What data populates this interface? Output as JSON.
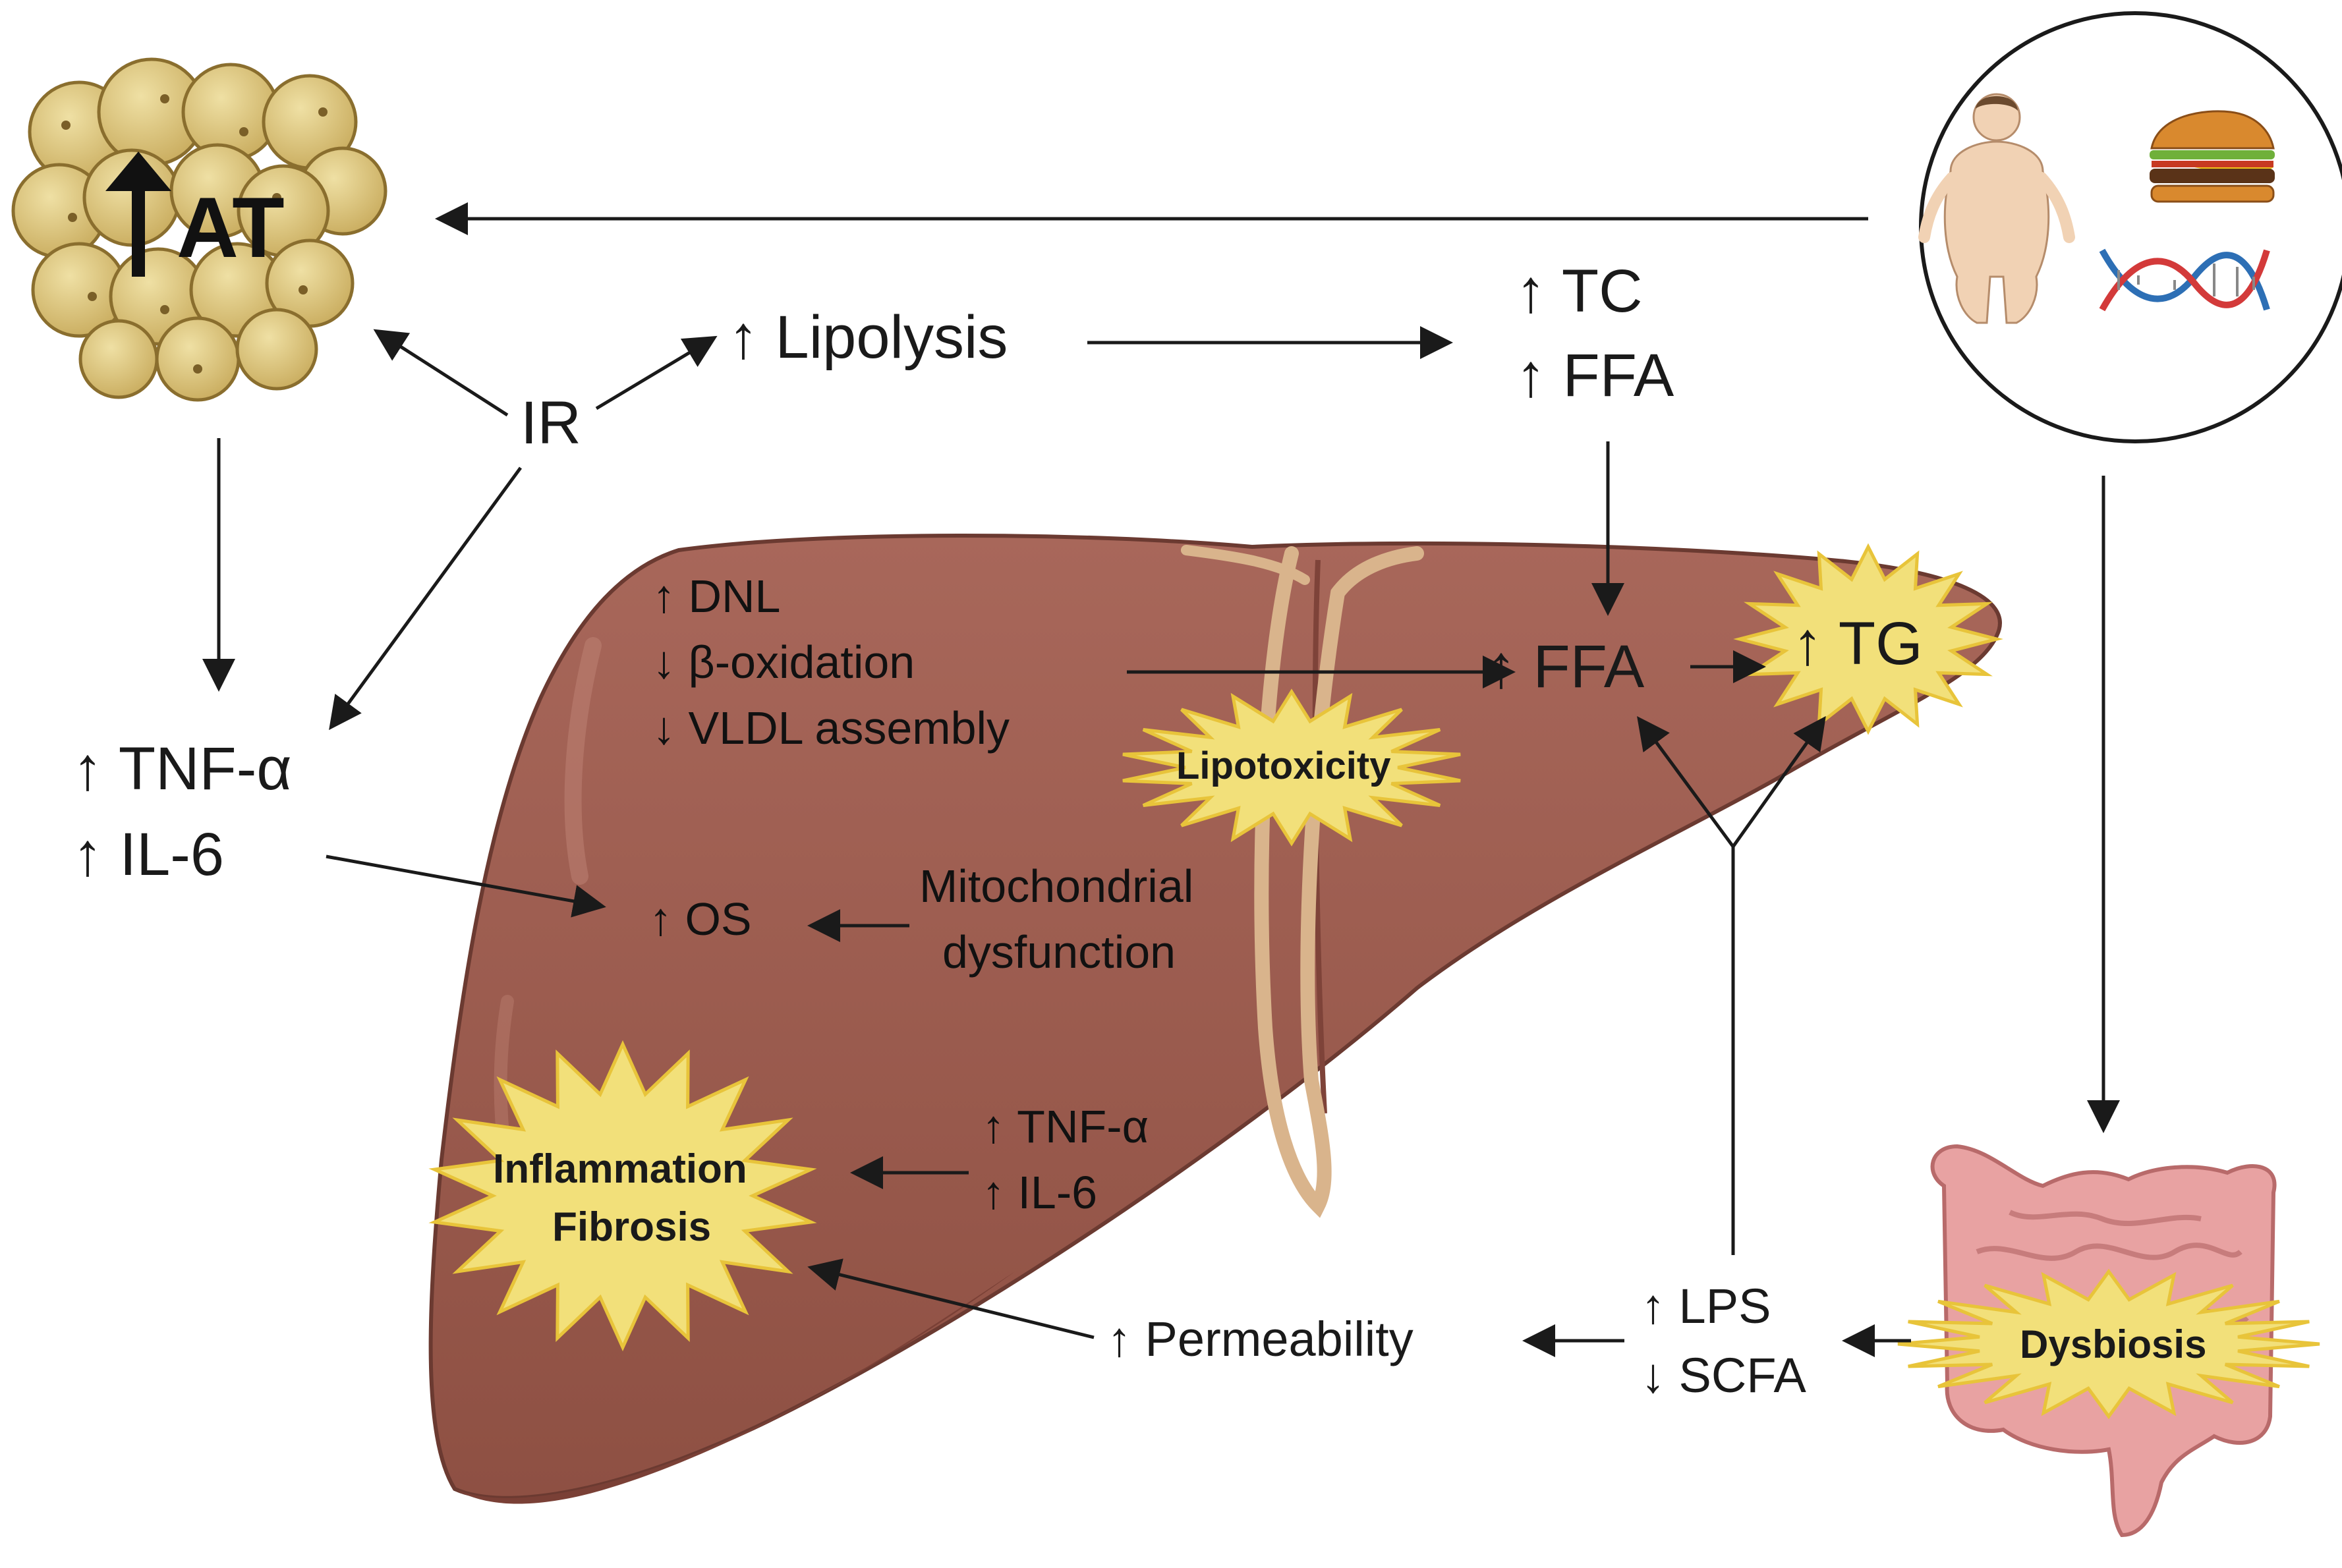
{
  "colors": {
    "liver": "#9a5a4e",
    "liver_shade": "#7e4339",
    "ligament": "#d9b48c",
    "burst": "#f2e07a",
    "burst_outline": "#e8c43a",
    "fat_cell": "#d9c27a",
    "arrow": "#1a1a1a"
  },
  "nodes": {
    "at_label": "AT",
    "ir": "IR",
    "lipolysis": "↑ Lipolysis",
    "tc": "↑ TC",
    "ffa_top": "↑ FFA",
    "tnf_left": "↑ TNF-α",
    "il6_left": "↑ IL-6",
    "dnl": "↑ DNL",
    "beta_ox": "↓ β-oxidation",
    "vldl": "↓ VLDL assembly",
    "ffa_liver": "↑ FFA",
    "tg": "↑ TG",
    "lipotoxicity": "Lipotoxicity",
    "os": "↑ OS",
    "mito_1": "Mitochondrial",
    "mito_2": "dysfunction",
    "tnf_liver": "↑ TNF-α",
    "il6_liver": "↑ IL-6",
    "inflammation": "Inflammation",
    "fibrosis": "Fibrosis",
    "permeability": "↑ Permeability",
    "lps": "↑ LPS",
    "scfa": "↓ SCFA",
    "dysbiosis": "Dysbiosis"
  },
  "icons": [
    "adipose-tissue-icon",
    "obese-person-icon",
    "burger-icon",
    "dna-icon",
    "intestine-icon",
    "liver-illustration"
  ]
}
